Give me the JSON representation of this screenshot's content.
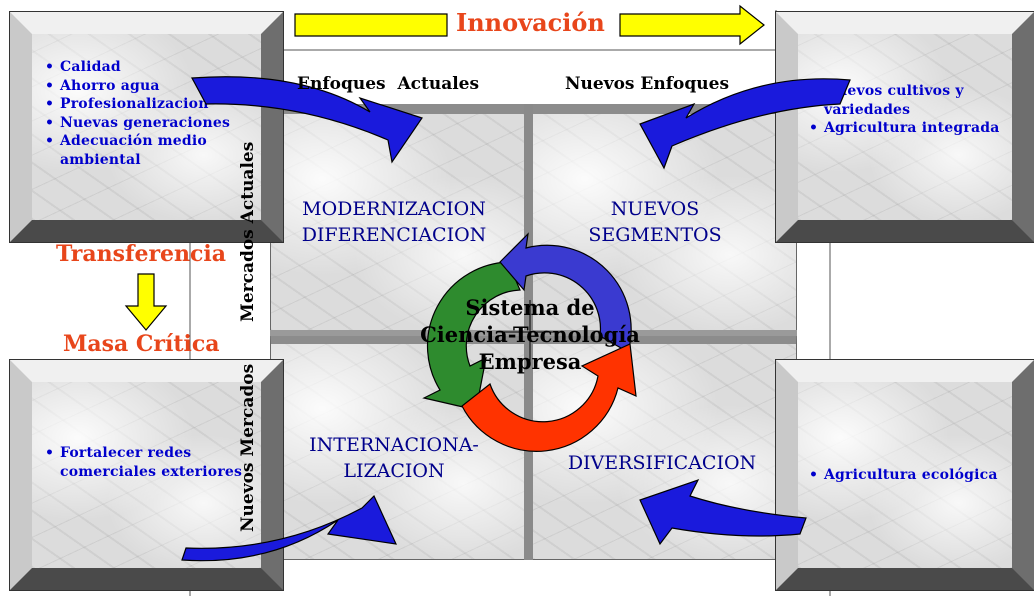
{
  "headers": {
    "innovacion": "Innovación",
    "enfoques_actuales": "Enfoques  Actuales",
    "nuevos_enfoques": "Nuevos Enfoques",
    "transferencia": "Transferencia",
    "masa_critica": "Masa Crítica",
    "mercados_actuales": "Mercados Actuales",
    "nuevos_mercados": "Nuevos Mercados"
  },
  "quadrants": {
    "top_left": [
      "MODERNIZACION",
      "DIFERENCIACION"
    ],
    "top_right": [
      "NUEVOS",
      "SEGMENTOS"
    ],
    "bottom_left": [
      "INTERNACIONA-",
      "LIZACION"
    ],
    "bottom_right": [
      "DIVERSIFICACION"
    ]
  },
  "center": [
    "Sistema de",
    "Ciencia-Tecnología",
    "Empresa"
  ],
  "boxes": {
    "top_left": [
      "Calidad",
      "Ahorro agua",
      "Profesionalizacion",
      "Nuevas generaciones",
      "Adecuación medio ambiental"
    ],
    "top_right": [
      "Nuevos cultivos y variedades",
      "Agricultura integrada"
    ],
    "bottom_left": [
      "Fortalecer redes comerciales exteriores"
    ],
    "bottom_right": [
      "Agricultura ecológica"
    ]
  },
  "colors": {
    "arrow_blue": "#1a1adc",
    "arrow_yellow": "#ffff00",
    "cycle_green": "#2e8b2e",
    "cycle_blue": "#3a3ad0",
    "cycle_red": "#ff3300",
    "text_blue": "#0000cc",
    "text_red": "#e8461b"
  }
}
